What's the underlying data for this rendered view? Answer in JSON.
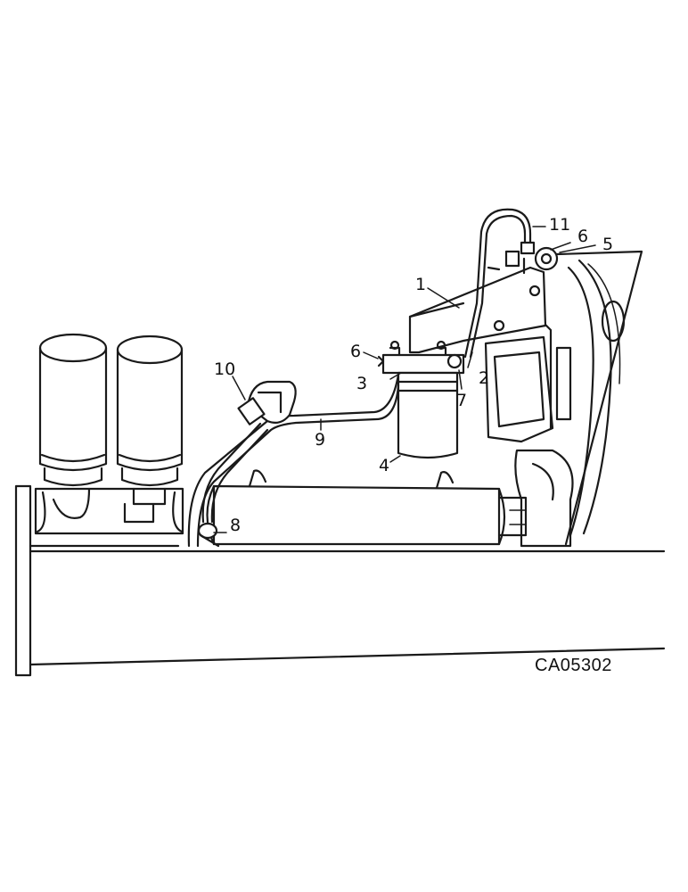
{
  "figure_code": "CA05302",
  "callouts": [
    {
      "id": "1",
      "text": "1"
    },
    {
      "id": "2",
      "text": "2"
    },
    {
      "id": "3",
      "text": "3"
    },
    {
      "id": "4",
      "text": "4"
    },
    {
      "id": "5",
      "text": "5"
    },
    {
      "id": "6a",
      "text": "6"
    },
    {
      "id": "6b",
      "text": "6"
    },
    {
      "id": "7",
      "text": "7"
    },
    {
      "id": "8",
      "text": "8"
    },
    {
      "id": "9",
      "text": "9"
    },
    {
      "id": "10",
      "text": "10"
    },
    {
      "id": "11",
      "text": "11"
    }
  ]
}
